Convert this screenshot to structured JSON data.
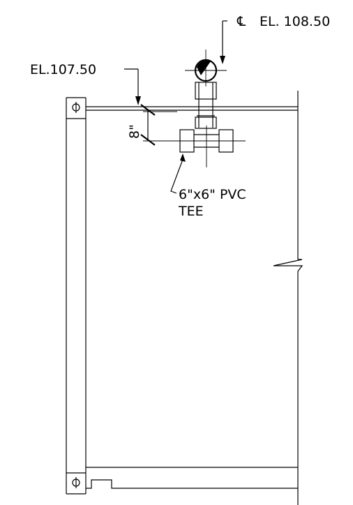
{
  "labels": {
    "centerline_symbol": "℄",
    "centerline_elevation": "EL. 108.50",
    "elevation_left": "EL.107.50",
    "dimension": "8\"",
    "tee_line1": "6\"x6\"  PVC",
    "tee_line2": "TEE"
  }
}
